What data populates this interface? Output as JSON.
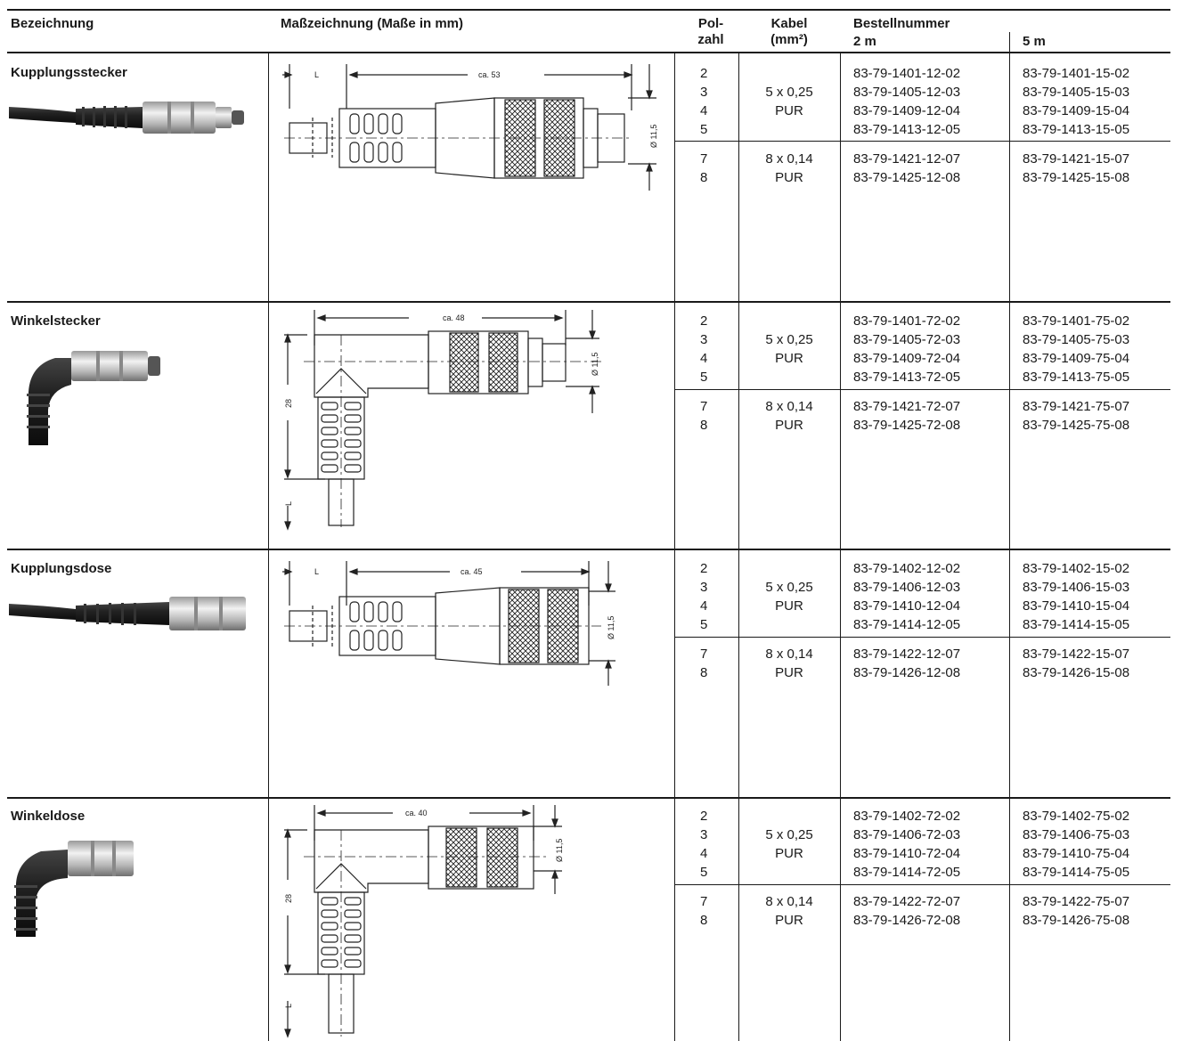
{
  "header": {
    "col_name": "Bezeichnung",
    "col_drawing": "Maßzeichnung (Maße in mm)",
    "col_pol_1": "Pol-",
    "col_pol_2": "zahl",
    "col_cable_1": "Kabel",
    "col_cable_2": "(mm²)",
    "col_order": "Bestellnummer",
    "col_order_2m": "2 m",
    "col_order_5m": "5 m"
  },
  "rows": [
    {
      "name": "Kupplungsstecker",
      "dims": {
        "length": "ca. 53",
        "l": "L",
        "dia": "Ø 11,5"
      },
      "groups": [
        {
          "poles": [
            "2",
            "3",
            "4",
            "5"
          ],
          "cable_1": "5 x 0,25",
          "cable_2": "PUR",
          "n2": [
            "83-79-1401-12-02",
            "83-79-1405-12-03",
            "83-79-1409-12-04",
            "83-79-1413-12-05"
          ],
          "n5": [
            "83-79-1401-15-02",
            "83-79-1405-15-03",
            "83-79-1409-15-04",
            "83-79-1413-15-05"
          ]
        },
        {
          "poles": [
            "7",
            "8"
          ],
          "cable_1": "8 x 0,14",
          "cable_2": "PUR",
          "n2": [
            "83-79-1421-12-07",
            "83-79-1425-12-08"
          ],
          "n5": [
            "83-79-1421-15-07",
            "83-79-1425-15-08"
          ]
        }
      ]
    },
    {
      "name": "Winkelstecker",
      "dims": {
        "length": "ca. 48",
        "l": "L",
        "dia": "Ø 11,5",
        "height": "28"
      },
      "groups": [
        {
          "poles": [
            "2",
            "3",
            "4",
            "5"
          ],
          "cable_1": "5 x 0,25",
          "cable_2": "PUR",
          "n2": [
            "83-79-1401-72-02",
            "83-79-1405-72-03",
            "83-79-1409-72-04",
            "83-79-1413-72-05"
          ],
          "n5": [
            "83-79-1401-75-02",
            "83-79-1405-75-03",
            "83-79-1409-75-04",
            "83-79-1413-75-05"
          ]
        },
        {
          "poles": [
            "7",
            "8"
          ],
          "cable_1": "8 x 0,14",
          "cable_2": "PUR",
          "n2": [
            "83-79-1421-72-07",
            "83-79-1425-72-08"
          ],
          "n5": [
            "83-79-1421-75-07",
            "83-79-1425-75-08"
          ]
        }
      ]
    },
    {
      "name": "Kupplungsdose",
      "dims": {
        "length": "ca. 45",
        "l": "L",
        "dia": "Ø 11,5"
      },
      "groups": [
        {
          "poles": [
            "2",
            "3",
            "4",
            "5"
          ],
          "cable_1": "5 x 0,25",
          "cable_2": "PUR",
          "n2": [
            "83-79-1402-12-02",
            "83-79-1406-12-03",
            "83-79-1410-12-04",
            "83-79-1414-12-05"
          ],
          "n5": [
            "83-79-1402-15-02",
            "83-79-1406-15-03",
            "83-79-1410-15-04",
            "83-79-1414-15-05"
          ]
        },
        {
          "poles": [
            "7",
            "8"
          ],
          "cable_1": "8 x 0,14",
          "cable_2": "PUR",
          "n2": [
            "83-79-1422-12-07",
            "83-79-1426-12-08"
          ],
          "n5": [
            "83-79-1422-15-07",
            "83-79-1426-15-08"
          ]
        }
      ]
    },
    {
      "name": "Winkeldose",
      "dims": {
        "length": "ca. 40",
        "l": "L",
        "dia": "Ø 11,5",
        "height": "28"
      },
      "groups": [
        {
          "poles": [
            "2",
            "3",
            "4",
            "5"
          ],
          "cable_1": "5 x 0,25",
          "cable_2": "PUR",
          "n2": [
            "83-79-1402-72-02",
            "83-79-1406-72-03",
            "83-79-1410-72-04",
            "83-79-1414-72-05"
          ],
          "n5": [
            "83-79-1402-75-02",
            "83-79-1406-75-03",
            "83-79-1410-75-04",
            "83-79-1414-75-05"
          ]
        },
        {
          "poles": [
            "7",
            "8"
          ],
          "cable_1": "8 x 0,14",
          "cable_2": "PUR",
          "n2": [
            "83-79-1422-72-07",
            "83-79-1426-72-08"
          ],
          "n5": [
            "83-79-1422-75-07",
            "83-79-1426-75-08"
          ]
        }
      ]
    }
  ]
}
